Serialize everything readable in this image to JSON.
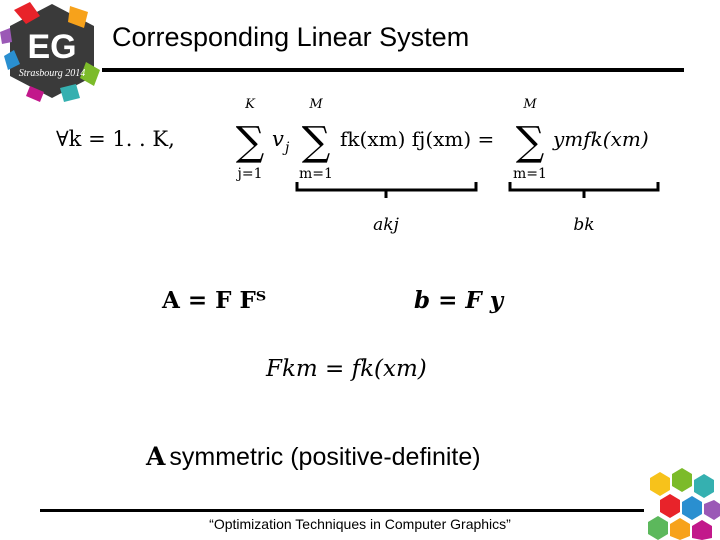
{
  "logo": {
    "letters": "EG",
    "text": "Strasbourg 2014"
  },
  "slide": {
    "title": "Corresponding Linear System",
    "note_symbol": "A",
    "note_text": "symmetric (positive-definite)",
    "footer": "“Optimization Techniques in Computer Graphics”"
  },
  "equations": {
    "forall": "∀k = 1. . K,",
    "sum1_top": "K",
    "sum1_bottom": "j=1",
    "v_term": "v",
    "v_sub": "j",
    "sum2_top": "M",
    "sum2_bottom": "m=1",
    "lhs_product": "fk(xm) fj(xm) =",
    "sum3_top": "M",
    "sum3_bottom": "m=1",
    "rhs_product": "ymfk(xm)",
    "a_label": "akj",
    "b_label": "bk",
    "A_eq": "A = F Fᵀ",
    "b_eq": "b = F y",
    "F_eq": "Fkm = fk(xm)"
  }
}
